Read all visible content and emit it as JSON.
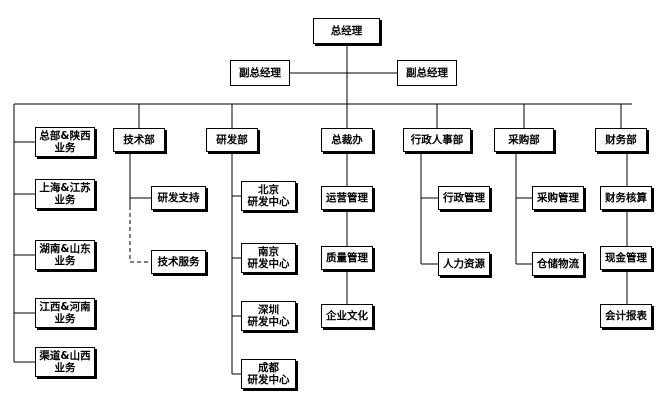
{
  "org": {
    "ceo": "总经理",
    "vp_left": "副总经理",
    "vp_right": "副总经理",
    "regions": [
      "总部&陕西\n业务",
      "上海&江苏\n业务",
      "湖南&山东\n业务",
      "江西&河南\n业务",
      "渠道&山西\n业务"
    ],
    "tech": {
      "head": "技术部",
      "items": [
        "研发支持",
        "技术服务"
      ]
    },
    "rd": {
      "head": "研发部",
      "items": [
        "北京\n研发中心",
        "南京\n研发中心",
        "深圳\n研发中心",
        "成都\n研发中心"
      ]
    },
    "office": {
      "head": "总裁办",
      "items": [
        "运营管理",
        "质量管理",
        "企业文化"
      ]
    },
    "hr": {
      "head": "行政人事部",
      "items": [
        "行政管理",
        "人力资源"
      ]
    },
    "purchasing": {
      "head": "采购部",
      "items": [
        "采购管理",
        "仓储物流"
      ]
    },
    "finance": {
      "head": "财务部",
      "items": [
        "财务核算",
        "现金管理",
        "会计报表"
      ]
    }
  }
}
